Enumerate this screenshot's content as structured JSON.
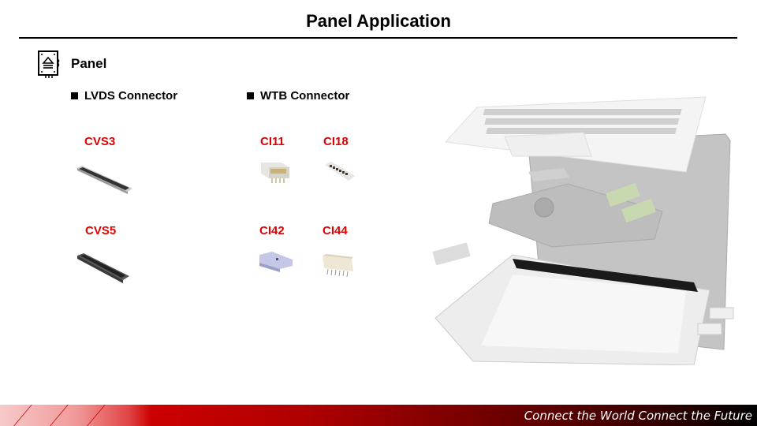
{
  "slide": {
    "title": "Panel Application",
    "section": {
      "title": "Panel",
      "icon": "panel-display-icon"
    },
    "categories": [
      {
        "label": "LVDS Connector",
        "parts": [
          "CVS3",
          "CVS5"
        ]
      },
      {
        "label": "WTB Connector",
        "parts": [
          "CI11",
          "CI18",
          "CI42",
          "CI44"
        ]
      }
    ],
    "image": {
      "icon": "laptop-exploded-view"
    },
    "footer": {
      "tagline": "Connect the World Connect the Future",
      "accent": "#cc0000"
    }
  }
}
